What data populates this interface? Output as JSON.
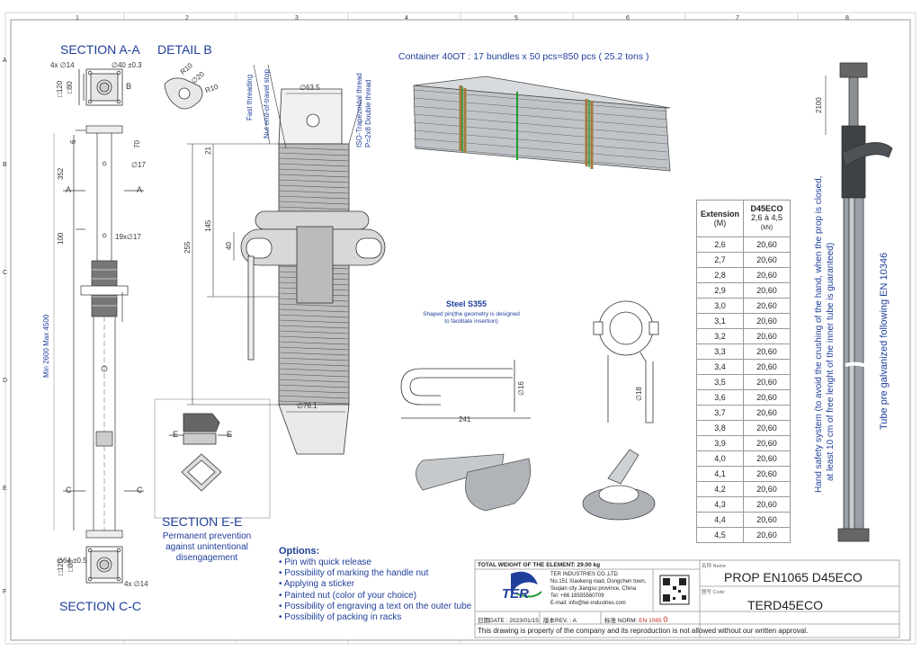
{
  "labels": {
    "section_aa": "SECTION A-A",
    "detail_b": "DETAIL B",
    "section_ee": "SECTION E-E",
    "section_cc": "SECTION C-C",
    "container": "Container 40OT  : 17 bundles x 50 pcs=850 pcs ( 25.2 tons )",
    "steel": "Steel S355",
    "shaped_pin": "Shaped pin(the geometry is designed to facilitate insertion)",
    "permanent": "Permanent prevention against unintentional disengagement",
    "fast_threading": "Fast threading",
    "nut_stop": "Nut end-of-travel stop",
    "iso_thread": "ISO-Trapezoidal thread",
    "pitch": "P=2x8 Double thread",
    "hand_safety_1": "Hand safety system (to avoid the crushing of the hand, when the prop is closed,",
    "hand_safety_2": "at least 10 cm of free lenght of the inner tube is guaranteed)",
    "tube_pre": "Tube pre galvanized following EN 10346",
    "min_max": "Min 2600 Max 4500"
  },
  "dims": {
    "d4x14_top": "4x ∅14",
    "d40": "∅40 ±0.3",
    "sq120": "□120",
    "sq80": "□80",
    "b_mark": "B",
    "r10a": "R10",
    "d20": "∅20",
    "r10b": "R10",
    "d63": "∅63.5",
    "d76": "∅76.1",
    "d17": "∅17",
    "d19x17": "19x∅17",
    "d64": "∅64 ±0.5",
    "d4x14_bot": "4x ∅14",
    "sq120b": "□120",
    "sq80b": "□80",
    "n6": "6",
    "n70": "70",
    "n352": "352",
    "n100": "100",
    "n255": "255",
    "n145": "145",
    "n40": "40",
    "n21": "21",
    "n2100": "2100",
    "n241": "241",
    "n16": "∅16",
    "n18": "∅18",
    "a": "A",
    "c": "C",
    "e": "E"
  },
  "table": {
    "col1_header": "Extension",
    "col1_unit": "(M)",
    "col2_header": "D45ECO",
    "col2_sub": "2,6 à 4,5",
    "col2_unit": "(kN)",
    "rows": [
      [
        "2,6",
        "20,60"
      ],
      [
        "2,7",
        "20,60"
      ],
      [
        "2,8",
        "20,60"
      ],
      [
        "2,9",
        "20,60"
      ],
      [
        "3,0",
        "20,60"
      ],
      [
        "3,1",
        "20,60"
      ],
      [
        "3,2",
        "20,60"
      ],
      [
        "3,3",
        "20,60"
      ],
      [
        "3,4",
        "20,60"
      ],
      [
        "3,5",
        "20,60"
      ],
      [
        "3,6",
        "20,60"
      ],
      [
        "3,7",
        "20,60"
      ],
      [
        "3,8",
        "20,60"
      ],
      [
        "3,9",
        "20,60"
      ],
      [
        "4,0",
        "20,60"
      ],
      [
        "4,1",
        "20,60"
      ],
      [
        "4,2",
        "20,60"
      ],
      [
        "4,3",
        "20,60"
      ],
      [
        "4,4",
        "20,60"
      ],
      [
        "4,5",
        "20,60"
      ]
    ]
  },
  "options": {
    "title": "Options:",
    "items": [
      "Pin with quick release",
      "Possibility of marking the handle nut",
      "Applying a sticker",
      "Painted nut (color of your choice)",
      "Possibility of engraving a text on the outer tube",
      "Possibility of packing in racks"
    ]
  },
  "title_block": {
    "weight": "TOTAL WEIGHT OF THE ELEMENT:  29.00 kg",
    "company": "TER INDUSTRIES CO.,LTD",
    "addr1": "No.151 Xiaokeng road, Dongchen town,",
    "addr2": "Suqian city Jiangsu province, China",
    "tel": "Tel: +86 18555560709",
    "email": "E-mail: info@ter-industries.com",
    "logo": "TER",
    "date": "日期DATE : 2023/01/15",
    "rev": "版本REV. : A",
    "norm_label": "标准 NORM:",
    "norm_value": "EN 1065",
    "norm_suffix": "0",
    "name_label": "名称 Name",
    "name": "PROP EN1065 D45ECO",
    "code_label": "图号 Code",
    "code": "TERD45ECO",
    "notice": "This drawing is property of the company and its reproduction is not allowed without our written approval."
  },
  "ruler": {
    "cols": [
      "1",
      "2",
      "3",
      "4",
      "5",
      "6",
      "7",
      "8"
    ],
    "rows": [
      "A",
      "B",
      "C",
      "D",
      "E",
      "F"
    ]
  }
}
